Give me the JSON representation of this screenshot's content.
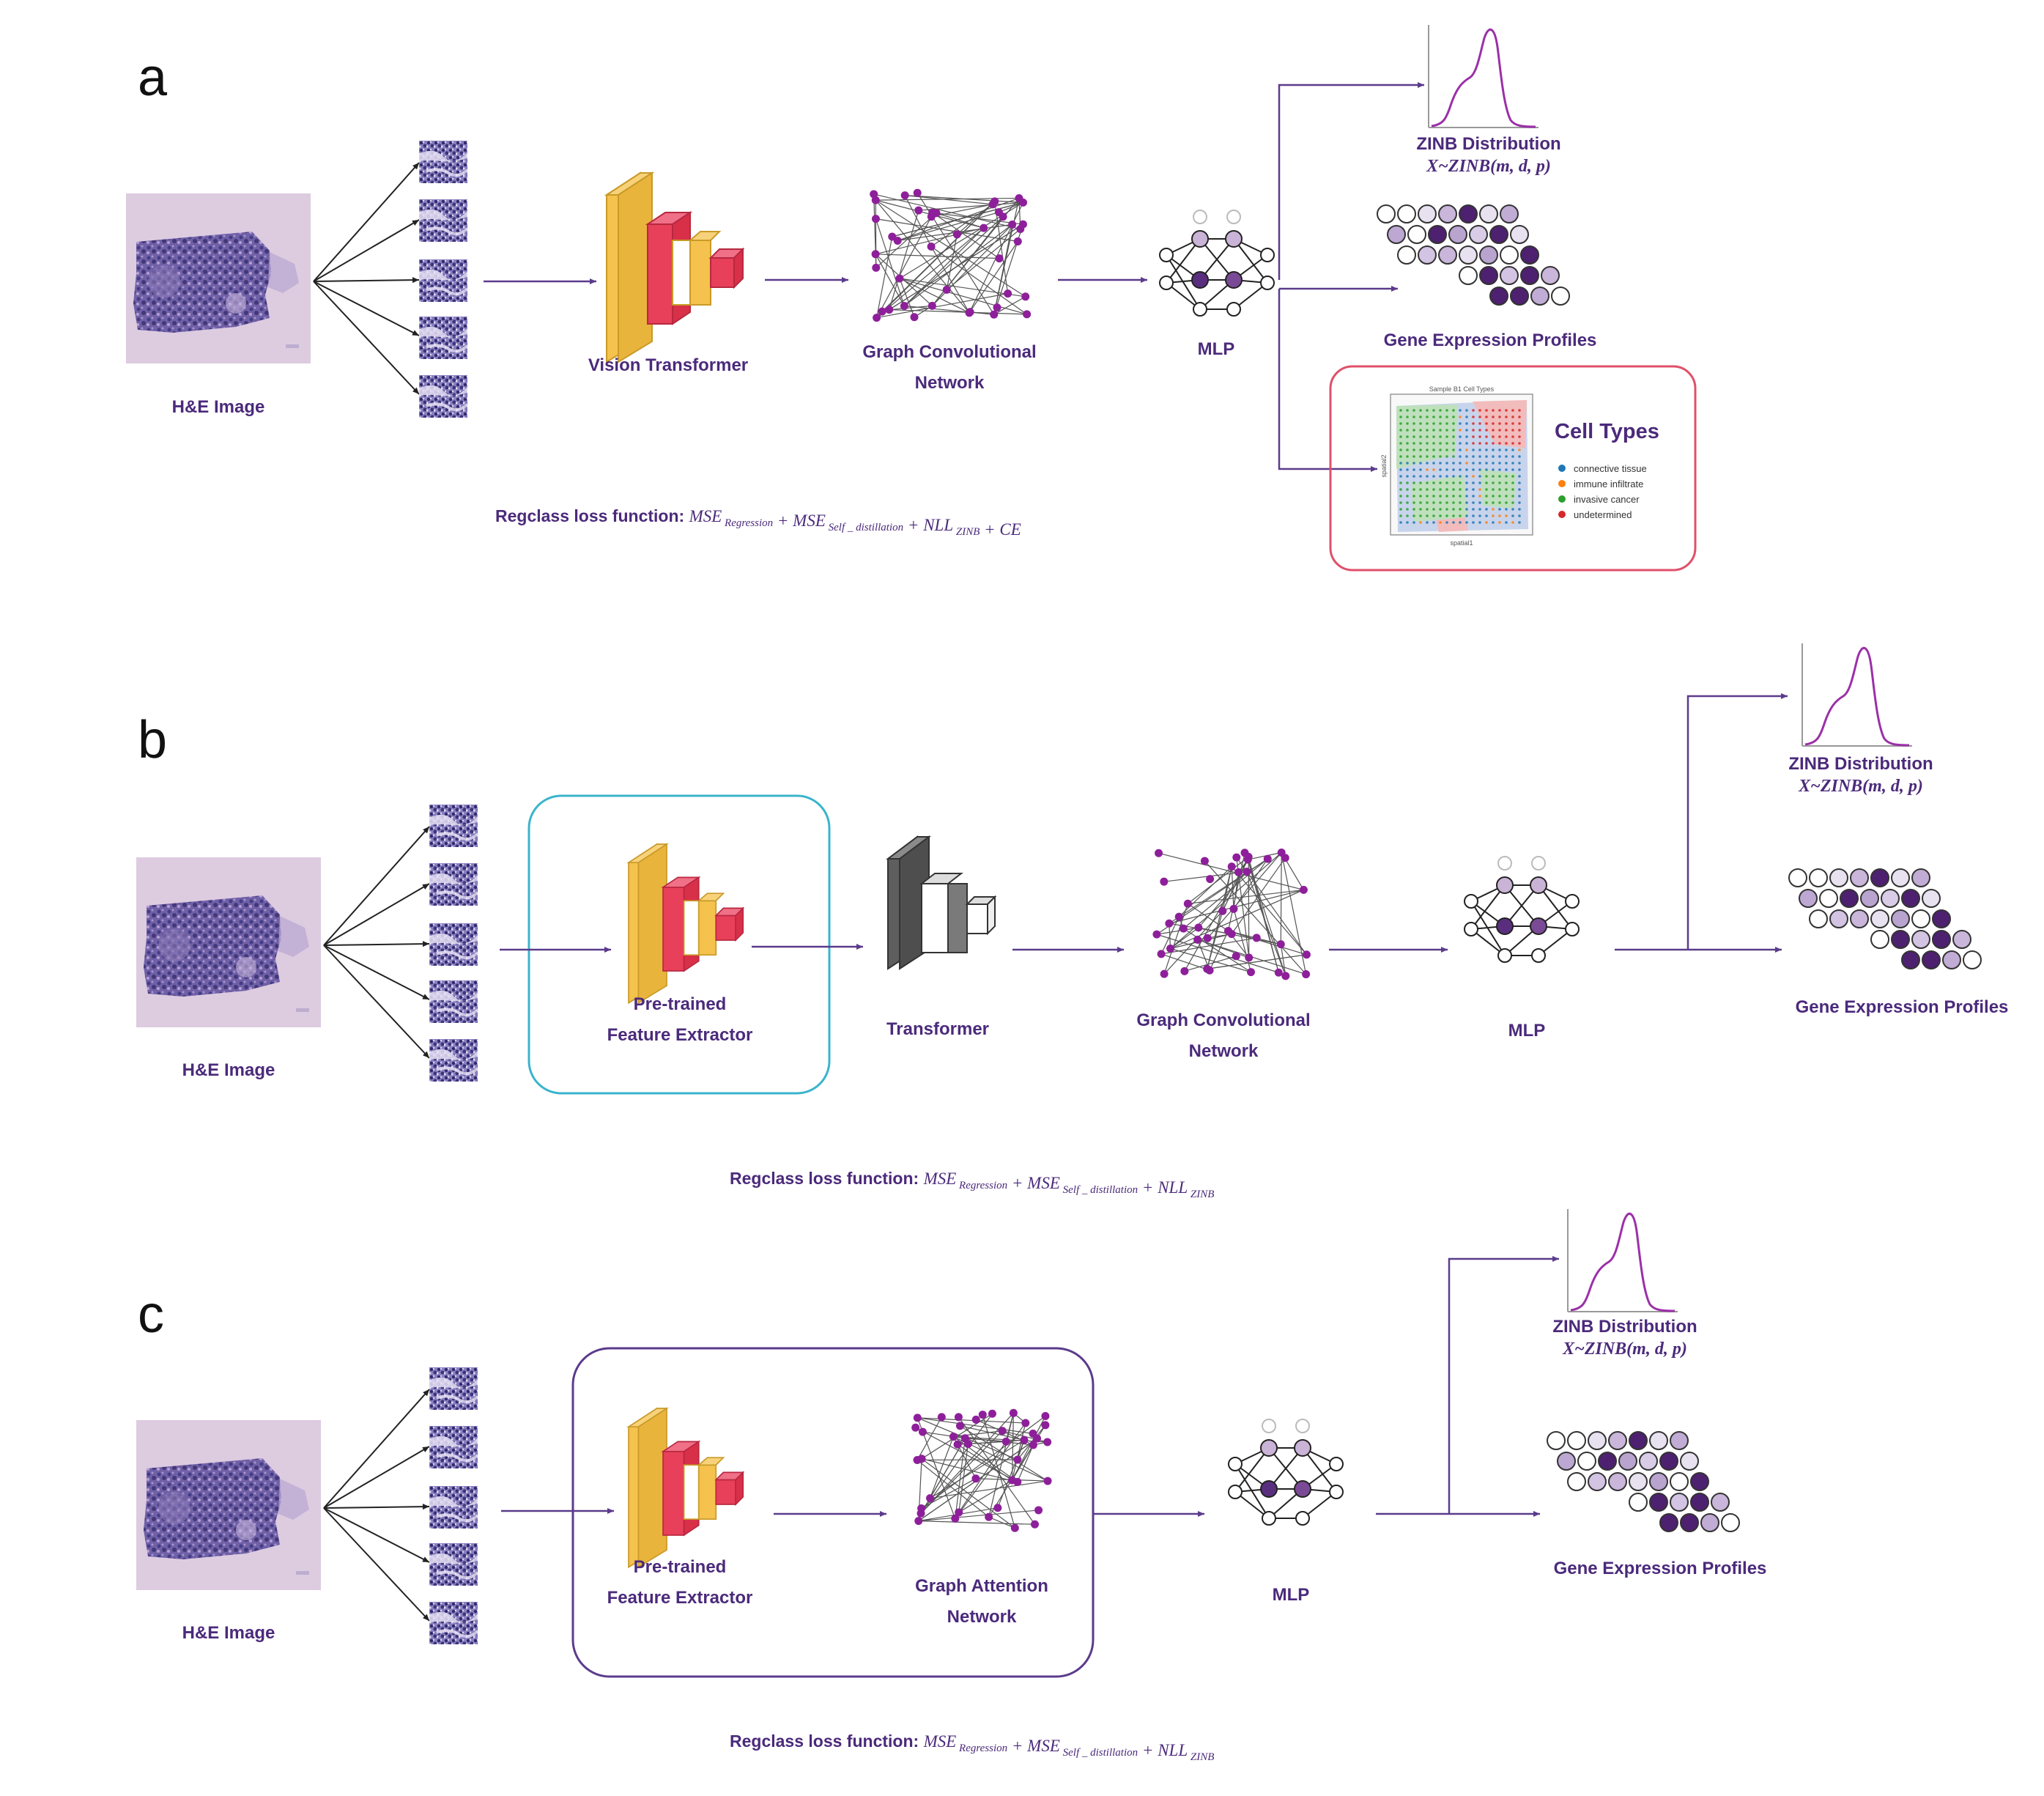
{
  "panels": [
    {
      "letter": "a",
      "he_label": "H&E Image",
      "stage1_label": "Vision Transformer",
      "gcn_label_1": "Graph Convolutional",
      "gcn_label_2": "Network",
      "mlp_label": "MLP",
      "zinb_title": "ZINB Distribution",
      "zinb_formula": "X~ZINB(m, d, p)",
      "gene_label": "Gene Expression Profiles",
      "cell_types_title": "Cell Types",
      "cell_types_plot_title": "Sample B1 Cell Types",
      "cell_types_xlabel": "spatial1",
      "cell_types_ylabel": "spatial2",
      "cell_types": [
        {
          "name": "connective tissue",
          "color": "#1f77b4"
        },
        {
          "name": "immune infiltrate",
          "color": "#ff7f0e"
        },
        {
          "name": "invasive cancer",
          "color": "#2ca02c"
        },
        {
          "name": "undetermined",
          "color": "#d62728"
        }
      ],
      "loss_prefix": "Regclass loss function:",
      "loss_terms": [
        {
          "main": "MSE",
          "sub": "Regression"
        },
        {
          "op": "+"
        },
        {
          "main": "MSE",
          "sub": "Self _ distillation"
        },
        {
          "op": "+"
        },
        {
          "main": "NLL",
          "sub": "ZINB"
        },
        {
          "op": "+"
        },
        {
          "main": "CE",
          "sub": ""
        }
      ]
    },
    {
      "letter": "b",
      "he_label": "H&E Image",
      "fe_label_1": "Pre-trained",
      "fe_label_2": "Feature Extractor",
      "transformer_label": "Transformer",
      "gcn_label_1": "Graph Convolutional",
      "gcn_label_2": "Network",
      "mlp_label": "MLP",
      "zinb_title": "ZINB Distribution",
      "zinb_formula": "X~ZINB(m, d, p)",
      "gene_label": "Gene Expression Profiles",
      "loss_prefix": "Regclass loss function:",
      "loss_terms": [
        {
          "main": "MSE",
          "sub": "Regression"
        },
        {
          "op": "+"
        },
        {
          "main": "MSE",
          "sub": "Self _ distillation"
        },
        {
          "op": "+"
        },
        {
          "main": "NLL",
          "sub": "ZINB"
        }
      ]
    },
    {
      "letter": "c",
      "he_label": "H&E Image",
      "fe_label_1": "Pre-trained",
      "fe_label_2": "Feature Extractor",
      "gat_label_1": "Graph Attention",
      "gat_label_2": "Network",
      "mlp_label": "MLP",
      "zinb_title": "ZINB Distribution",
      "zinb_formula": "X~ZINB(m, d, p)",
      "gene_label": "Gene Expression Profiles",
      "loss_prefix": "Regclass loss function:",
      "loss_terms": [
        {
          "main": "MSE",
          "sub": "Regression"
        },
        {
          "op": "+"
        },
        {
          "main": "MSE",
          "sub": "Self _ distillation"
        },
        {
          "op": "+"
        },
        {
          "main": "NLL",
          "sub": "ZINB"
        }
      ]
    }
  ],
  "colors": {
    "purple": "#5b3b8c",
    "node_purple": "#8e1f9a",
    "red_box": "#e0506a",
    "cyan_box": "#3ab4cc",
    "yellow_block": "#f4c24d",
    "red_block": "#e8405a",
    "gray_block": "#777777"
  }
}
